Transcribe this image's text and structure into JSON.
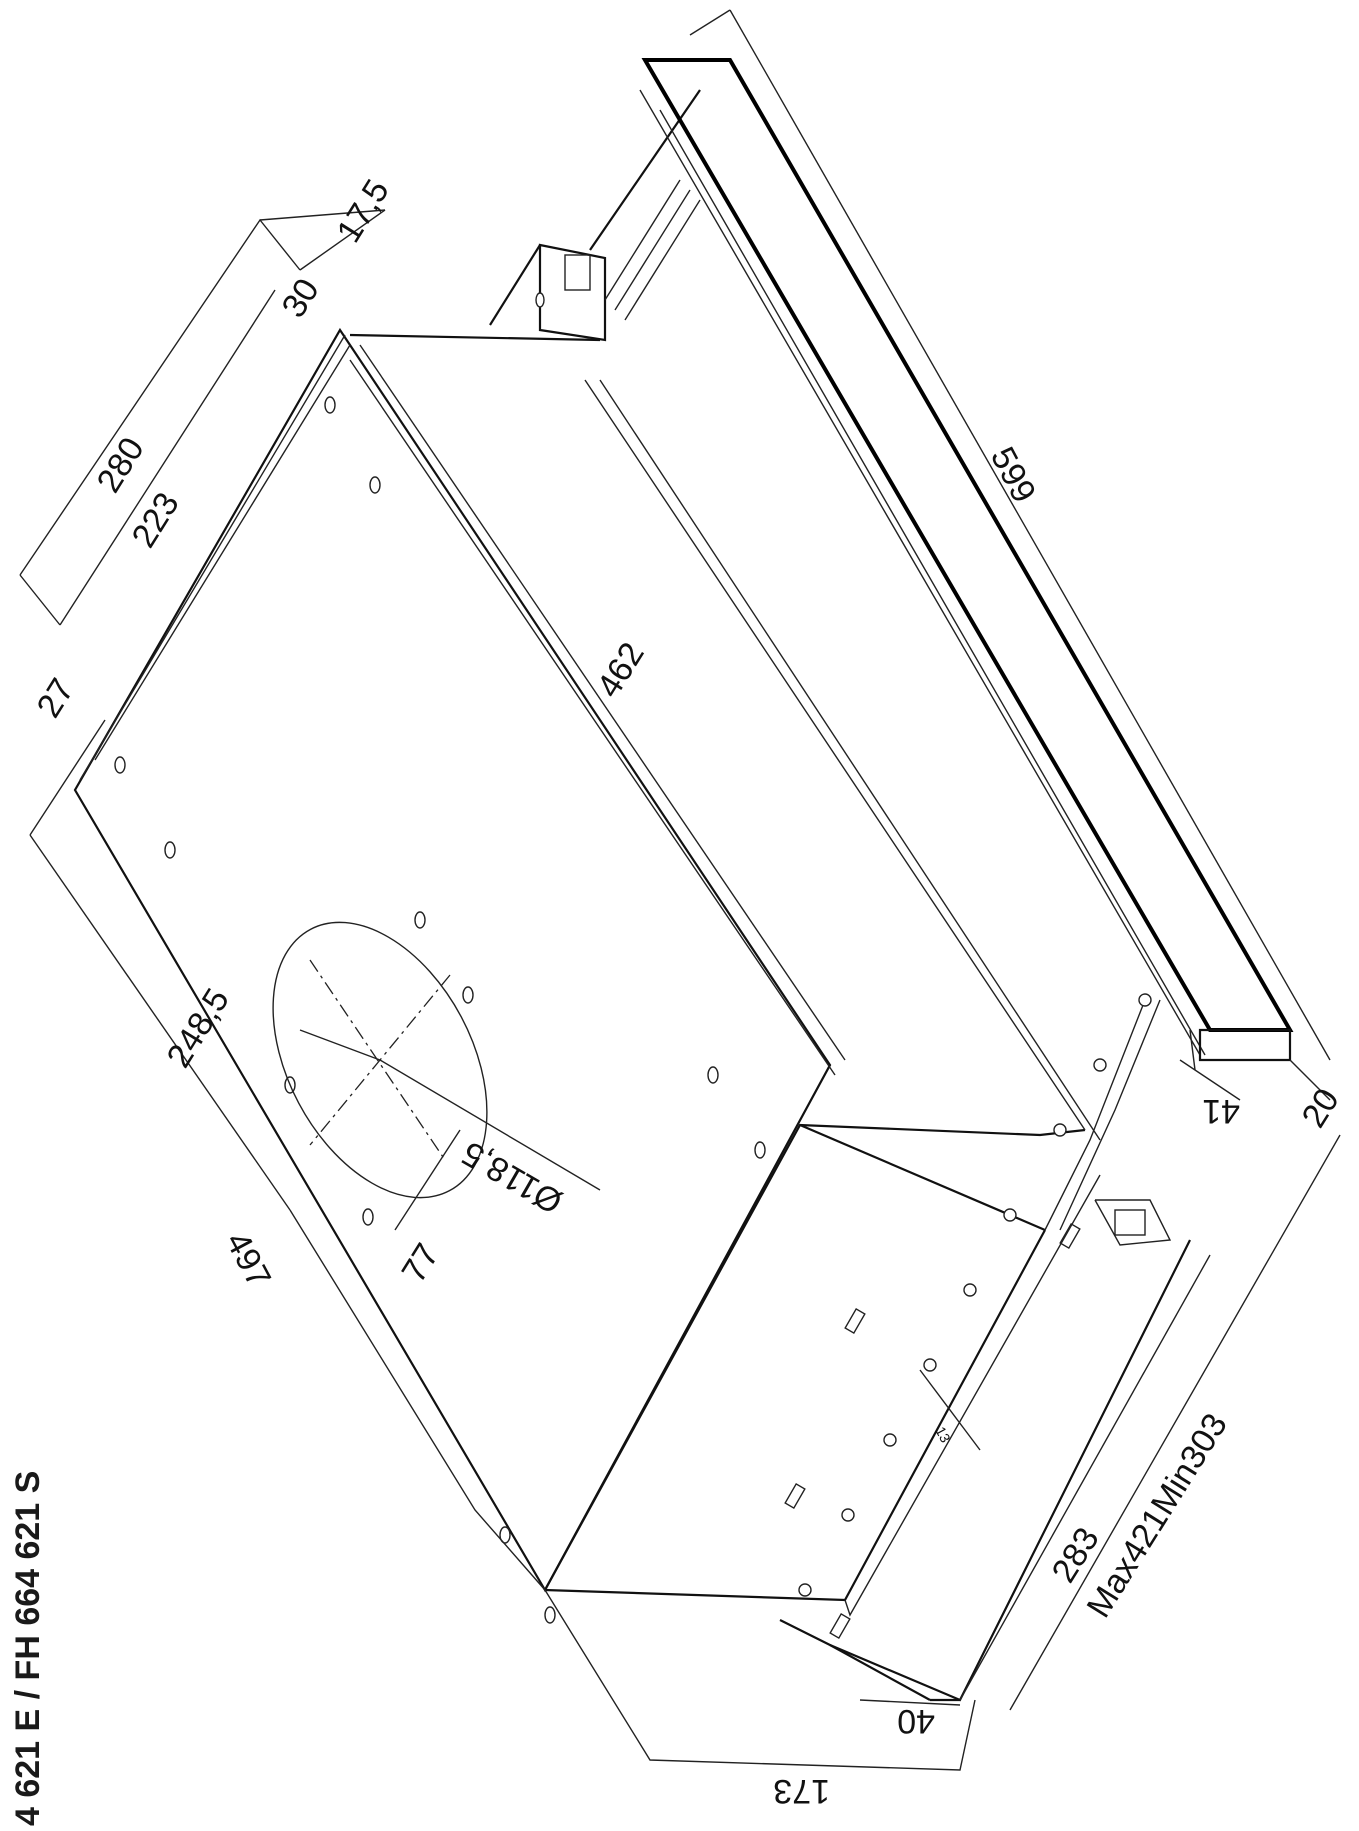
{
  "title": "4 621 E / FH 664 621 S",
  "dimensions": {
    "d280": "280",
    "d223": "223",
    "d30": "30",
    "d17_5": "17,5",
    "d27": "27",
    "d462": "462",
    "d599": "599",
    "d248_5": "248,5",
    "d118_5": "Ø118,5",
    "d77": "77",
    "d497": "497",
    "d41": "41",
    "d20": "20",
    "d283": "283",
    "dMax": "Max421Min303",
    "d40": "40",
    "d173": "173",
    "d13": "13"
  }
}
